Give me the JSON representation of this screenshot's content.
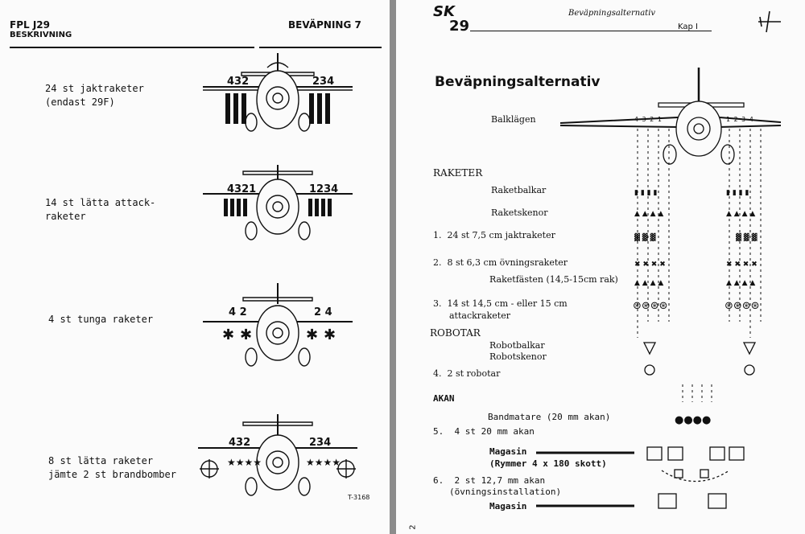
{
  "left_page": {
    "header_left_1": "FPL J29",
    "header_left_2": "BESKRIVNING",
    "header_right": "BEVÄPNING 7",
    "configs": [
      {
        "line1": "24 st jaktraketer",
        "line2": "(endast 29F)",
        "label_left": "432",
        "label_right": "234"
      },
      {
        "line1": "14 st lätta attack-",
        "line2": "raketer",
        "label_left": "4321",
        "label_right": "1234"
      },
      {
        "line1": "4 st tunga raketer",
        "line2": "",
        "label_left": "4 2",
        "label_right": "2 4"
      },
      {
        "line1": "8 st lätta raketer",
        "line2": "jämte 2 st brandbomber",
        "label_left": "432",
        "label_right": "234"
      }
    ],
    "figure_ref": "T-3168"
  },
  "right_page": {
    "logo": "SK",
    "logo_number": "29",
    "header_center": "Beväpningsalternativ",
    "header_right": "Kap I",
    "title": "Beväpningsalternativ",
    "balklagen": "Balklägen",
    "pylon_left": "4 3 2 1",
    "pylon_right": "1 2 3 4",
    "raketer": "RAKETER",
    "raketbalkar": "Raketbalkar",
    "raketskenor": "Raketskenor",
    "item1": "1.  24 st 7,5 cm jaktraketer",
    "item2": "2.  8 st 6,3 cm övningsraketer",
    "raketfasten": "Raketfästen (14,5-15cm rak)",
    "item3a": "3.  14 st 14,5 cm - eller 15 cm",
    "item3b": "attackraketer",
    "robotar": "ROBOTAR",
    "robotbalkar": "Robotbalkar",
    "robotskenor": "Robotskenor",
    "item4": "4.  2 st robotar",
    "akan": "AKAN",
    "bandmatare": "Bandmatare (20 mm akan)",
    "item5": "5.  4 st 20 mm akan",
    "magasin1": "Magasin",
    "rymmer": "(Rymmer 4 x 180 skott)",
    "item6a": "6.  2 st 12,7 mm akan",
    "item6b": "(övningsinstallation)",
    "magasin2": "Magasin",
    "page_number": "2"
  }
}
